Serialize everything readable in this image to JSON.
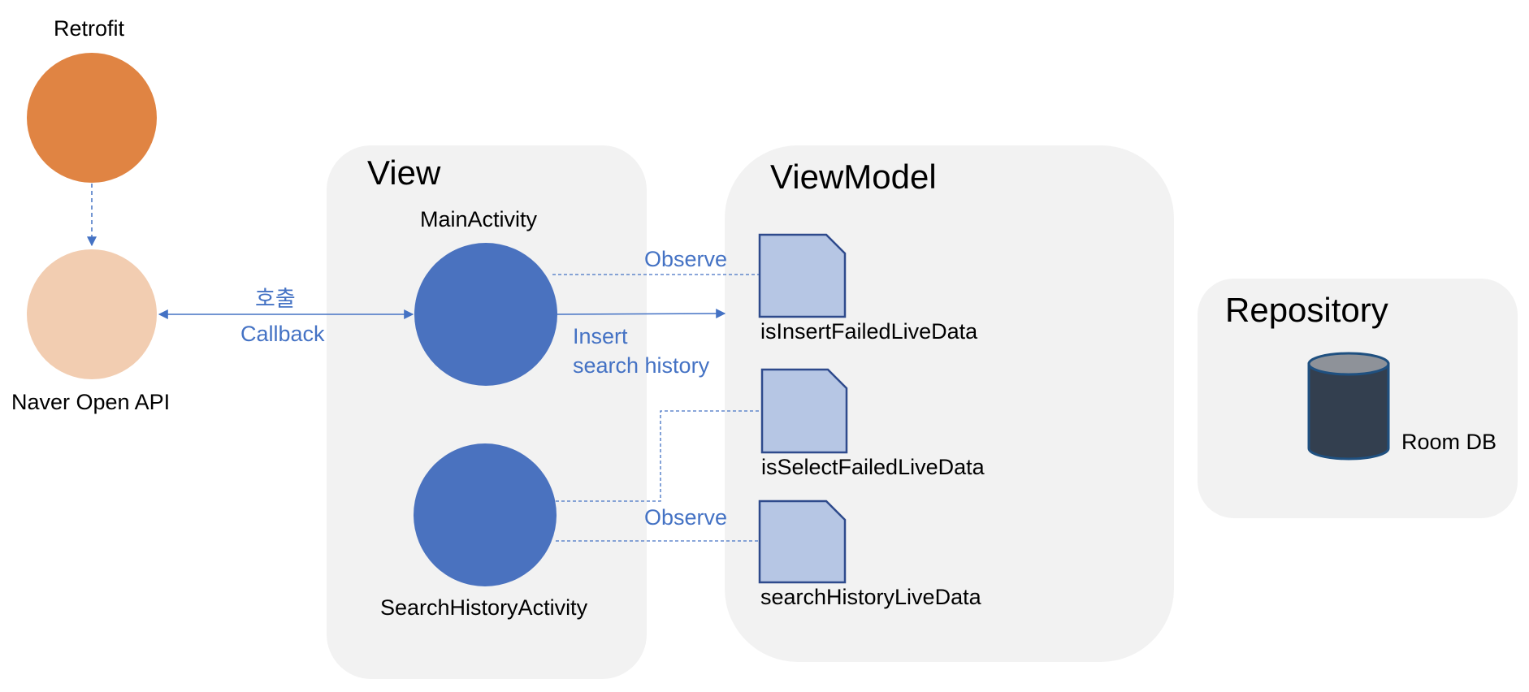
{
  "colors": {
    "retrofit": "#E08443",
    "api": "#F2CDB1",
    "activity": "#4A72BF",
    "livedata_fill": "#B6C6E4",
    "livedata_stroke": "#2E4A8C",
    "panel": "#F2F2F2",
    "edge": "#4472C4",
    "db_body": "#333F4F",
    "db_top": "#8E9299"
  },
  "nodes": {
    "retrofit": {
      "label": "Retrofit",
      "icon": "circle"
    },
    "naver_api": {
      "label": "Naver Open API",
      "icon": "circle"
    },
    "main_activity": {
      "label": "MainActivity",
      "icon": "circle"
    },
    "search_history_activity": {
      "label": "SearchHistoryActivity",
      "icon": "circle"
    },
    "is_insert_failed": {
      "label": "isInsertFailedLiveData",
      "icon": "document"
    },
    "is_select_failed": {
      "label": "isSelectFailedLiveData",
      "icon": "document"
    },
    "search_history_livedata": {
      "label": "searchHistoryLiveData",
      "icon": "document"
    },
    "room_db": {
      "label": "Room DB",
      "icon": "cylinder"
    }
  },
  "panels": {
    "view": {
      "title": "View"
    },
    "viewmodel": {
      "title": "ViewModel"
    },
    "repository": {
      "title": "Repository"
    }
  },
  "edges": {
    "call_label": "호출",
    "callback_label": "Callback",
    "observe_top_label": "Observe",
    "insert_label_line1": "Insert",
    "insert_label_line2": "search history",
    "observe_bottom_label": "Observe"
  }
}
